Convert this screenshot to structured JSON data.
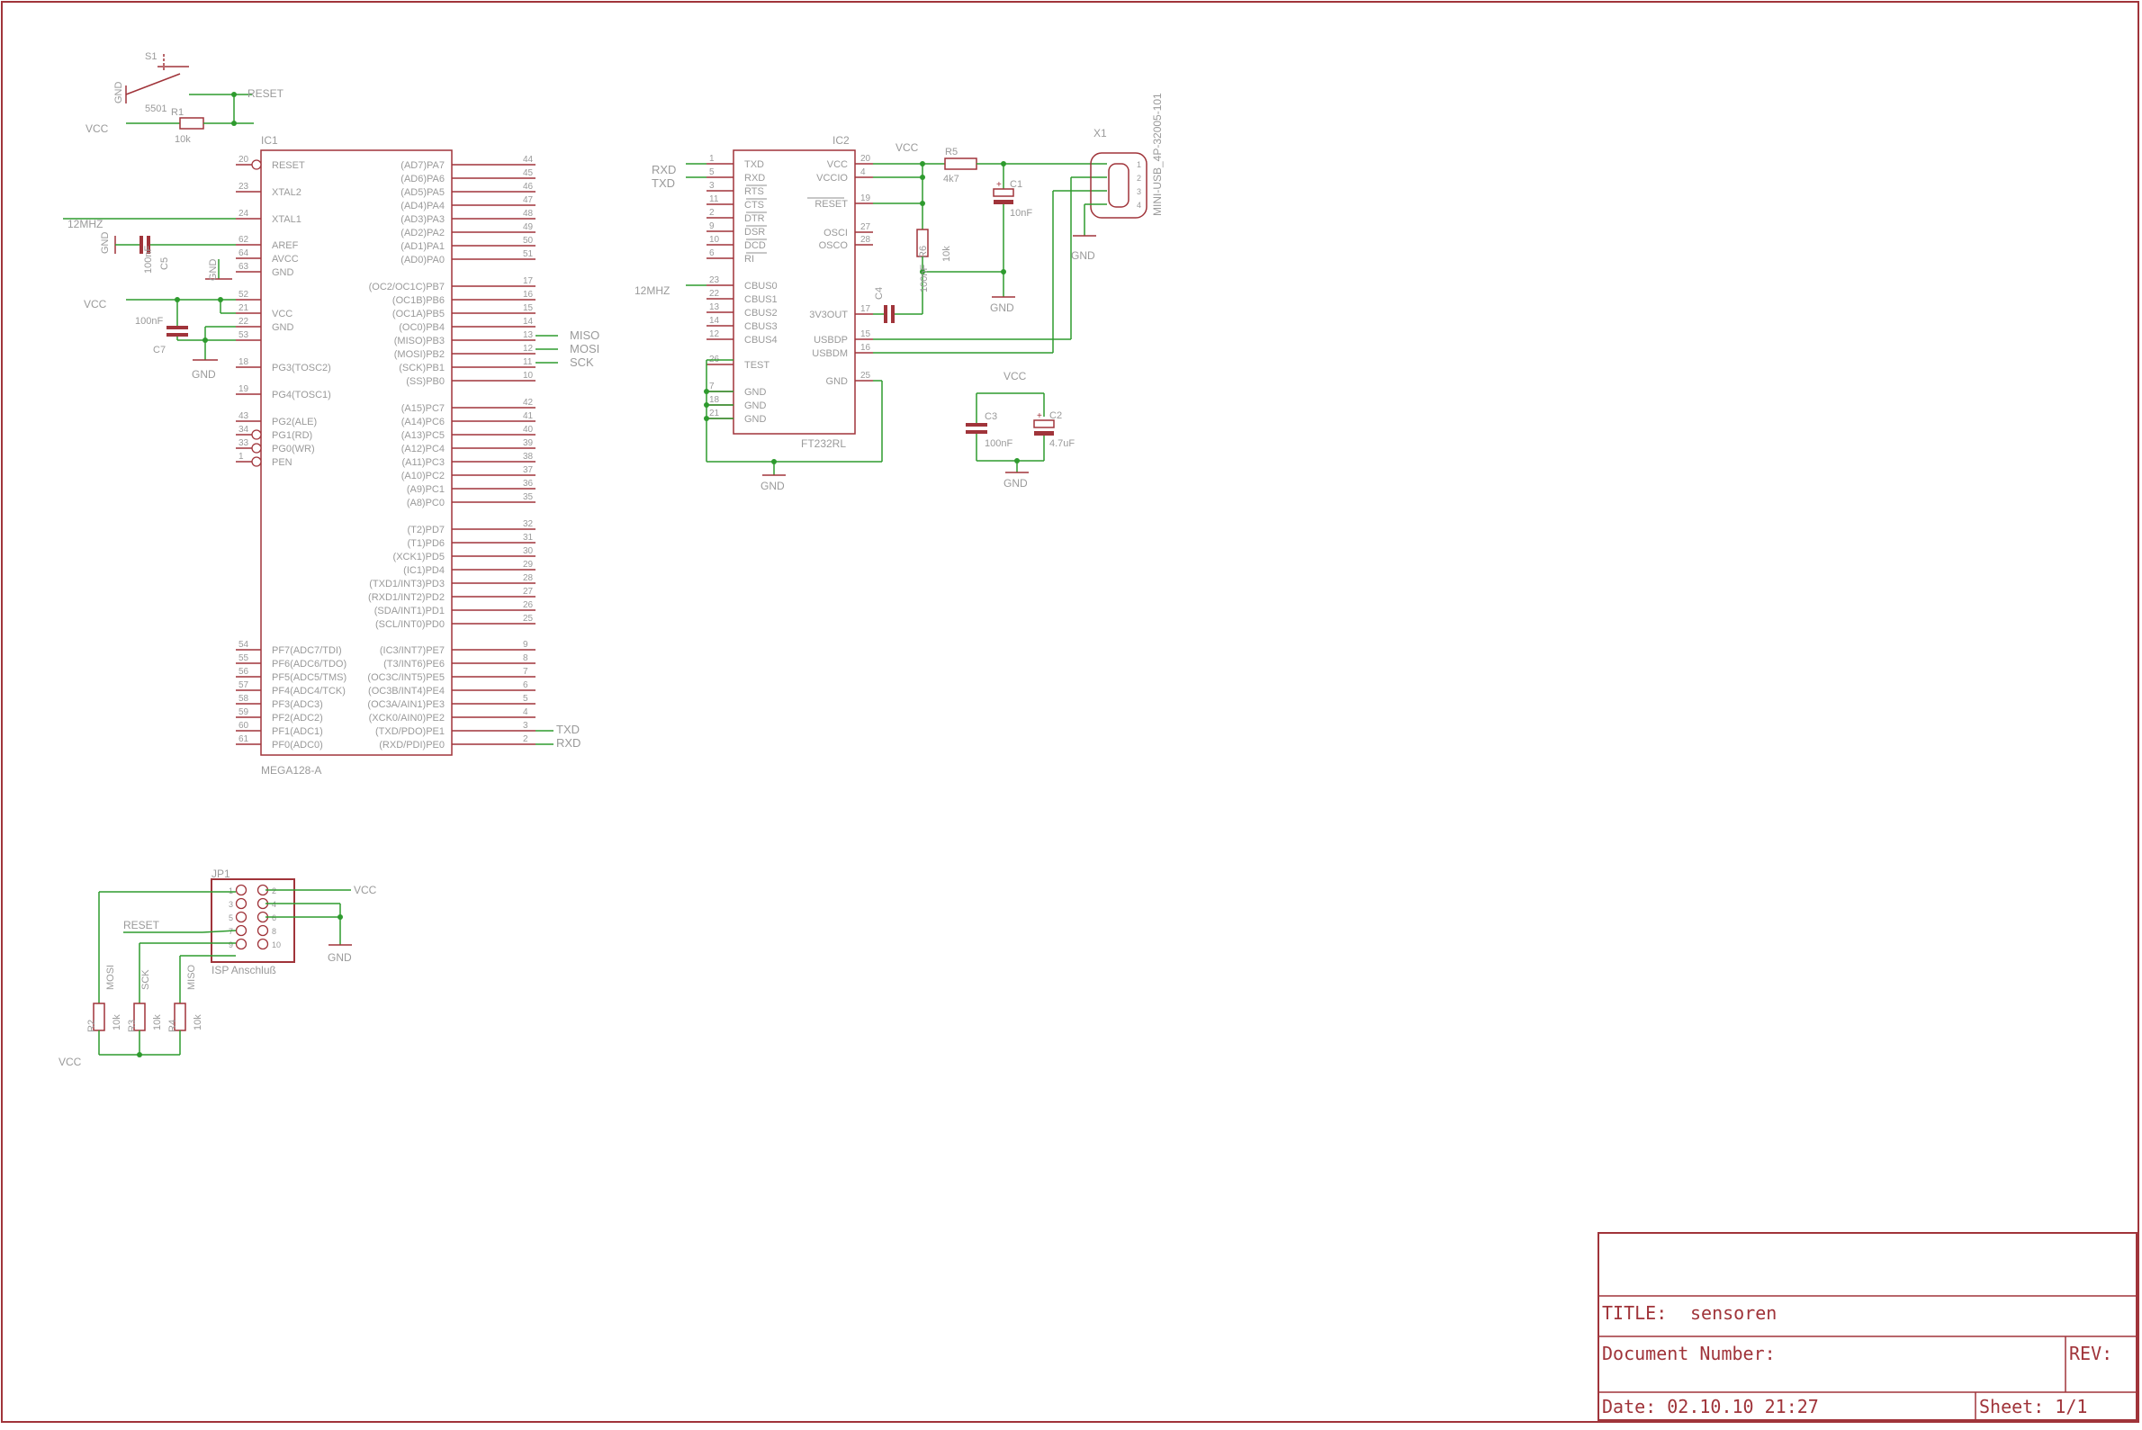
{
  "colors": {
    "wire": "#2e9b2e",
    "part": "#a0343a",
    "label": "#8f8f8f",
    "frame": "#a0343a",
    "background": "#ffffff"
  },
  "reset_circuit": {
    "switch_name": "S1",
    "switch_value": "5501",
    "resistor_name": "R1",
    "resistor_value": "10k",
    "gnd": "GND",
    "vcc": "VCC",
    "reset": "RESET"
  },
  "ic1": {
    "name": "IC1",
    "value": "MEGA128-A",
    "left_pins": [
      {
        "num": "20",
        "name": "RESET"
      },
      {
        "num": "23",
        "name": "XTAL2"
      },
      {
        "num": "24",
        "name": "XTAL1"
      },
      {
        "num": "62",
        "name": "AREF"
      },
      {
        "num": "64",
        "name": "AVCC"
      },
      {
        "num": "63",
        "name": "GND"
      },
      {
        "num": "52",
        "name": ""
      },
      {
        "num": "21",
        "name": "VCC"
      },
      {
        "num": "22",
        "name": "GND"
      },
      {
        "num": "53",
        "name": ""
      },
      {
        "num": "18",
        "name": "PG3(TOSC2)"
      },
      {
        "num": "19",
        "name": "PG4(TOSC1)"
      },
      {
        "num": "43",
        "name": "PG2(ALE)"
      },
      {
        "num": "34",
        "name": "PG1(RD)"
      },
      {
        "num": "33",
        "name": "PG0(WR)"
      },
      {
        "num": "1",
        "name": "PEN"
      },
      {
        "num": "54",
        "name": "PF7(ADC7/TDI)"
      },
      {
        "num": "55",
        "name": "PF6(ADC6/TDO)"
      },
      {
        "num": "56",
        "name": "PF5(ADC5/TMS)"
      },
      {
        "num": "57",
        "name": "PF4(ADC4/TCK)"
      },
      {
        "num": "58",
        "name": "PF3(ADC3)"
      },
      {
        "num": "59",
        "name": "PF2(ADC2)"
      },
      {
        "num": "60",
        "name": "PF1(ADC1)"
      },
      {
        "num": "61",
        "name": "PF0(ADC0)"
      }
    ],
    "right_pins": [
      {
        "num": "44",
        "name": "(AD7)PA7"
      },
      {
        "num": "45",
        "name": "(AD6)PA6"
      },
      {
        "num": "46",
        "name": "(AD5)PA5"
      },
      {
        "num": "47",
        "name": "(AD4)PA4"
      },
      {
        "num": "48",
        "name": "(AD3)PA3"
      },
      {
        "num": "49",
        "name": "(AD2)PA2"
      },
      {
        "num": "50",
        "name": "(AD1)PA1"
      },
      {
        "num": "51",
        "name": "(AD0)PA0"
      },
      {
        "num": "17",
        "name": "(OC2/OC1C)PB7"
      },
      {
        "num": "16",
        "name": "(OC1B)PB6"
      },
      {
        "num": "15",
        "name": "(OC1A)PB5"
      },
      {
        "num": "14",
        "name": "(OC0)PB4"
      },
      {
        "num": "13",
        "name": "(MISO)PB3"
      },
      {
        "num": "12",
        "name": "(MOSI)PB2"
      },
      {
        "num": "11",
        "name": "(SCK)PB1"
      },
      {
        "num": "10",
        "name": "(SS)PB0"
      },
      {
        "num": "42",
        "name": "(A15)PC7"
      },
      {
        "num": "41",
        "name": "(A14)PC6"
      },
      {
        "num": "40",
        "name": "(A13)PC5"
      },
      {
        "num": "39",
        "name": "(A12)PC4"
      },
      {
        "num": "38",
        "name": "(A11)PC3"
      },
      {
        "num": "37",
        "name": "(A10)PC2"
      },
      {
        "num": "36",
        "name": "(A9)PC1"
      },
      {
        "num": "35",
        "name": "(A8)PC0"
      },
      {
        "num": "32",
        "name": "(T2)PD7"
      },
      {
        "num": "31",
        "name": "(T1)PD6"
      },
      {
        "num": "30",
        "name": "(XCK1)PD5"
      },
      {
        "num": "29",
        "name": "(IC1)PD4"
      },
      {
        "num": "28",
        "name": "(TXD1/INT3)PD3"
      },
      {
        "num": "27",
        "name": "(RXD1/INT2)PD2"
      },
      {
        "num": "26",
        "name": "(SDA/INT1)PD1"
      },
      {
        "num": "25",
        "name": "(SCL/INT0)PD0"
      },
      {
        "num": "9",
        "name": "(IC3/INT7)PE7"
      },
      {
        "num": "8",
        "name": "(T3/INT6)PE6"
      },
      {
        "num": "7",
        "name": "(OC3C/INT5)PE5"
      },
      {
        "num": "6",
        "name": "(OC3B/INT4)PE4"
      },
      {
        "num": "5",
        "name": "(OC3A/AIN1)PE3"
      },
      {
        "num": "4",
        "name": "(XCK0/AIN0)PE2"
      },
      {
        "num": "3",
        "name": "(TXD/PDO)PE1"
      },
      {
        "num": "2",
        "name": "(RXD/PDI)PE0"
      }
    ],
    "nets": {
      "miso": "MISO",
      "mosi": "MOSI",
      "sck": "SCK",
      "txd": "TXD",
      "rxd": "RXD",
      "clock": "12MHZ",
      "vcc": "VCC",
      "gnd": "GND"
    },
    "caps": {
      "c5_name": "C5",
      "c5_value": "100nF",
      "c7_name": "C7",
      "c7_value": "100nF"
    }
  },
  "ic2": {
    "name": "IC2",
    "value": "FT232RL",
    "left_pins": [
      {
        "num": "1",
        "name": "TXD"
      },
      {
        "num": "5",
        "name": "RXD"
      },
      {
        "num": "3",
        "name": "RTS"
      },
      {
        "num": "11",
        "name": "CTS"
      },
      {
        "num": "2",
        "name": "DTR"
      },
      {
        "num": "9",
        "name": "DSR"
      },
      {
        "num": "10",
        "name": "DCD"
      },
      {
        "num": "6",
        "name": "RI"
      },
      {
        "num": "23",
        "name": "CBUS0"
      },
      {
        "num": "22",
        "name": "CBUS1"
      },
      {
        "num": "13",
        "name": "CBUS2"
      },
      {
        "num": "14",
        "name": "CBUS3"
      },
      {
        "num": "12",
        "name": "CBUS4"
      },
      {
        "num": "26",
        "name": "TEST"
      },
      {
        "num": "7",
        "name": "GND"
      },
      {
        "num": "18",
        "name": "GND"
      },
      {
        "num": "21",
        "name": "GND"
      }
    ],
    "right_pins": [
      {
        "num": "20",
        "name": "VCC"
      },
      {
        "num": "4",
        "name": "VCCIO"
      },
      {
        "num": "19",
        "name": "RESET"
      },
      {
        "num": "27",
        "name": "OSCI"
      },
      {
        "num": "28",
        "name": "OSCO"
      },
      {
        "num": "17",
        "name": "3V3OUT"
      },
      {
        "num": "15",
        "name": "USBDP"
      },
      {
        "num": "16",
        "name": "USBDM"
      },
      {
        "num": "25",
        "name": "GND"
      }
    ],
    "nets": {
      "rxd": "RXD",
      "txd": "TXD",
      "clock": "12MHZ",
      "vcc": "VCC",
      "gnd": "GND"
    },
    "parts": {
      "r5_name": "R5",
      "r5_value": "4k7",
      "r6_name": "R6",
      "r6_value": "10k",
      "c1_name": "C1",
      "c1_value": "10nF",
      "c4_name": "C4",
      "c4_value": "100nF"
    }
  },
  "usb": {
    "name": "X1",
    "value": "MINI-USB_4P-32005-101",
    "pins": [
      "1",
      "2",
      "3",
      "4"
    ],
    "gnd": "GND"
  },
  "decoupling": {
    "vcc": "VCC",
    "gnd": "GND",
    "c3_name": "C3",
    "c3_value": "100nF",
    "c2_name": "C2",
    "c2_value": "4.7uF"
  },
  "isp": {
    "name": "JP1",
    "value": "ISP Anschluß",
    "pins": [
      "1",
      "2",
      "3",
      "4",
      "5",
      "6",
      "7",
      "8",
      "9",
      "10"
    ],
    "vcc": "VCC",
    "gnd": "GND",
    "reset": "RESET",
    "resistors": [
      {
        "name": "R2",
        "value": "10k",
        "net": "MOSI"
      },
      {
        "name": "R3",
        "value": "10k",
        "net": "SCK"
      },
      {
        "name": "R4",
        "value": "10k",
        "net": "MISO"
      }
    ],
    "bottom_vcc": "VCC"
  },
  "title_block": {
    "title_label": "TITLE:",
    "title_value": "sensoren",
    "doc_label": "Document Number:",
    "rev_label": "REV:",
    "date": "Date: 02.10.10 21:27",
    "sheet": "Sheet: 1/1"
  }
}
